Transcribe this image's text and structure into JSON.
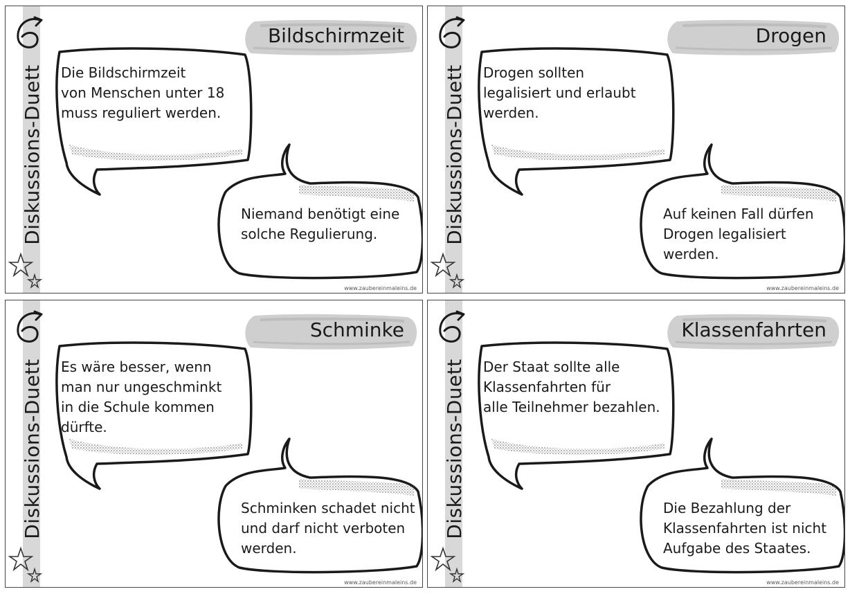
{
  "side_label": "Diskussions-Duett",
  "url": "www.zaubereinmaleins.de",
  "cards": [
    {
      "title": "Bildschirmzeit",
      "statement1": "Die Bildschirmzeit\nvon Menschen unter 18\nmuss reguliert werden.",
      "statement2": "Niemand benötigt eine\nsolche Regulierung."
    },
    {
      "title": "Drogen",
      "statement1": "Drogen sollten\nlegalisiert und erlaubt\nwerden.",
      "statement2": "Auf keinen Fall dürfen\nDrogen legalisiert\nwerden."
    },
    {
      "title": "Schminke",
      "statement1": "Es wäre besser, wenn\nman nur ungeschminkt\nin die Schule kommen\ndürfte.",
      "statement2": "Schminken schadet nicht\nund darf nicht verboten\nwerden."
    },
    {
      "title": "Klassenfahrten",
      "statement1": "Der Staat sollte alle\nKlassenfahrten für\nalle Teilnehmer bezahlen.",
      "statement2": "Die Bezahlung der\nKlassenfahrten ist nicht\nAufgabe des Staates."
    }
  ]
}
